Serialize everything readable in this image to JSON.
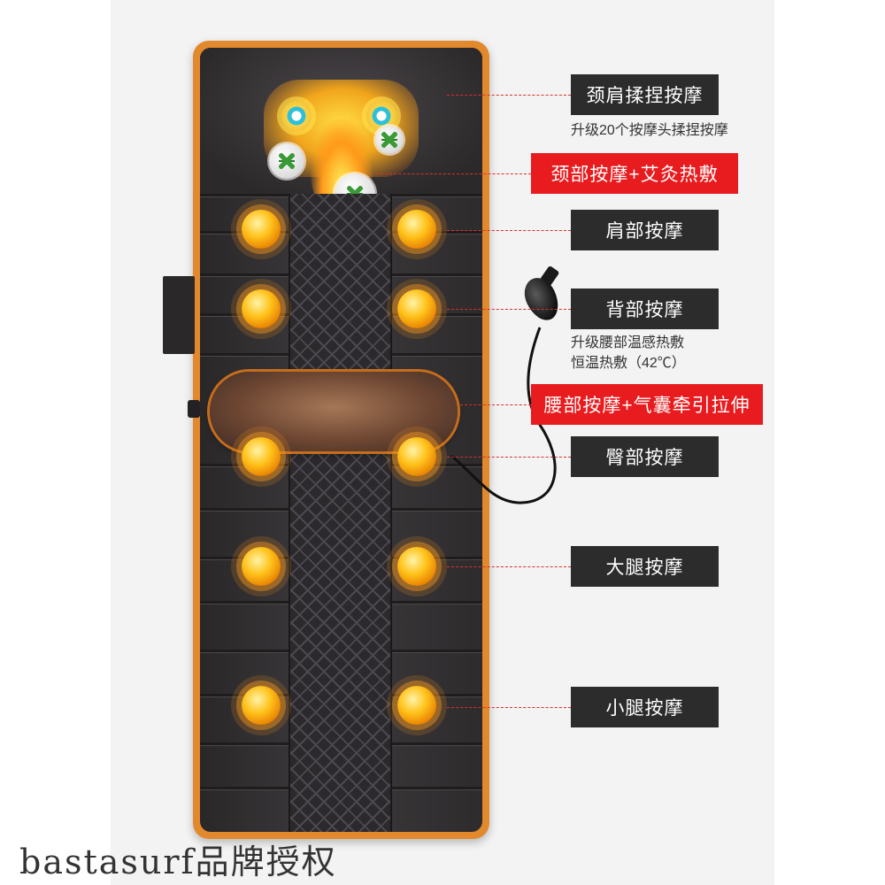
{
  "labels": {
    "neck_shoulder": {
      "title": "颈肩揉捏按摩",
      "sub": "升级20个按摩头揉捏按摩"
    },
    "neck_heat": {
      "title": "颈部按摩+艾灸热敷"
    },
    "shoulder": {
      "title": "肩部按摩"
    },
    "back": {
      "title": "背部按摩",
      "sub1": "升级腰部温感热敷",
      "sub2": "恒温热敷（42℃）"
    },
    "waist": {
      "title": "腰部按摩+气囊牵引拉伸"
    },
    "hip": {
      "title": "臀部按摩"
    },
    "thigh": {
      "title": "大腿按摩"
    },
    "calf": {
      "title": "小腿按摩"
    }
  },
  "watermark": "bastasurf品牌授权",
  "colors": {
    "mat_border": "#e2892d",
    "mat_body": "#3d3a3d",
    "label_dark": "#2c2c2c",
    "label_red": "#e81b1e",
    "leader": "#d9302b",
    "node_glow": "#ffc21a"
  }
}
